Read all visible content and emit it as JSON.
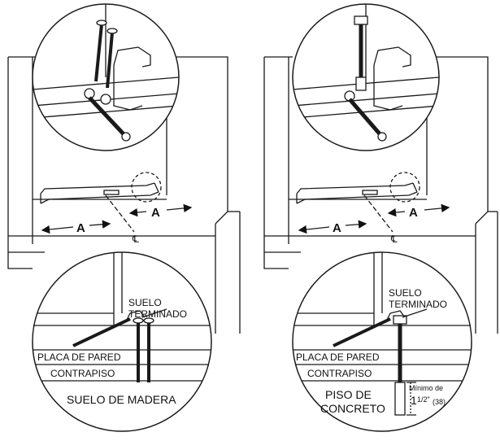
{
  "left_panel": {
    "dimension_a_left": "A",
    "dimension_a_right": "A",
    "centerline_symbol": "℄",
    "labels": {
      "finished_floor_line1": "SUELO",
      "finished_floor_line2": "TERMINADO",
      "wall_plate": "PLACA DE PARED",
      "subfloor": "CONTRAPISO",
      "wood_floor": "SUELO DE MADERA"
    }
  },
  "right_panel": {
    "dimension_a_left": "A",
    "dimension_a_right": "A",
    "centerline_symbol": "℄",
    "labels": {
      "finished_floor_line1": "SUELO",
      "finished_floor_line2": "TERMINADO",
      "wall_plate": "PLACA DE PARED",
      "subfloor": "CONTRAPISO",
      "concrete_floor_line1": "PISO DE",
      "concrete_floor_line2": "CONCRETO",
      "minimum_line1": "Mínimo de",
      "minimum_whole": "1",
      "minimum_fraction": "1/2\"",
      "minimum_metric": "(38)"
    }
  },
  "colors": {
    "line": "#1a1a1a",
    "background": "#ffffff",
    "hatch": "#555555"
  }
}
